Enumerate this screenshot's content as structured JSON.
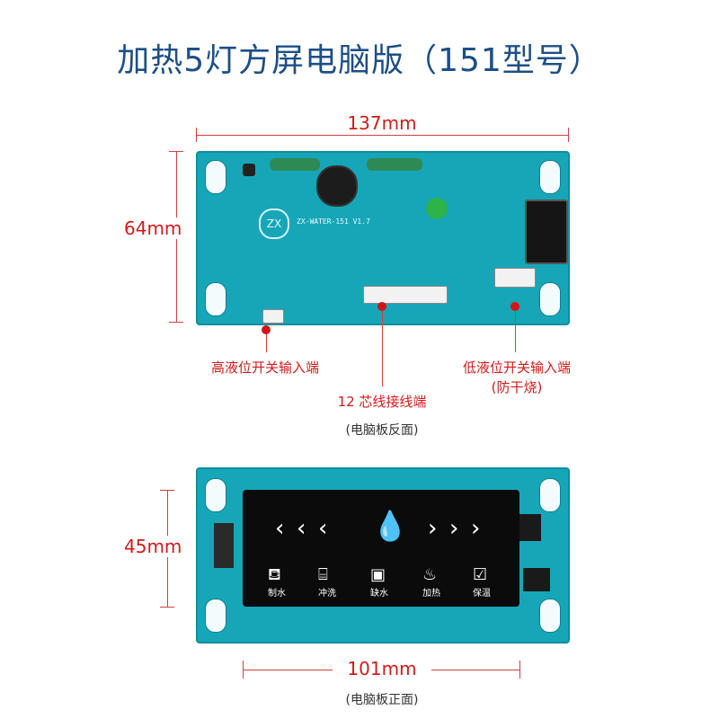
{
  "title": "加热5灯方屏电脑版（151型号）",
  "top_board": {
    "width_label": "137mm",
    "height_label": "64mm",
    "model_text": "ZX-WATER-151 V1.7",
    "logo_text": "ZX",
    "label_left": "高液位开关输入端",
    "label_middle": "12 芯线接线端",
    "label_right_line1": "低液位开关输入端",
    "label_right_line2": "(防干烧)",
    "caption": "(电脑板反面)"
  },
  "bottom_board": {
    "width_label": "101mm",
    "height_label": "45mm",
    "caption": "(电脑板正面)",
    "icons": [
      {
        "icon": "kettle-icon",
        "label": "制水"
      },
      {
        "icon": "flush-icon",
        "label": "冲洗"
      },
      {
        "icon": "water-shortage-icon",
        "label": "缺水"
      },
      {
        "icon": "heat-icon",
        "label": "加热"
      },
      {
        "icon": "keep-warm-icon",
        "label": "保温"
      }
    ]
  },
  "colors": {
    "title": "#1e4f86",
    "annotation": "#cf1b1b",
    "pcb": "#16a6b8",
    "screen": "#0b0b0b"
  }
}
